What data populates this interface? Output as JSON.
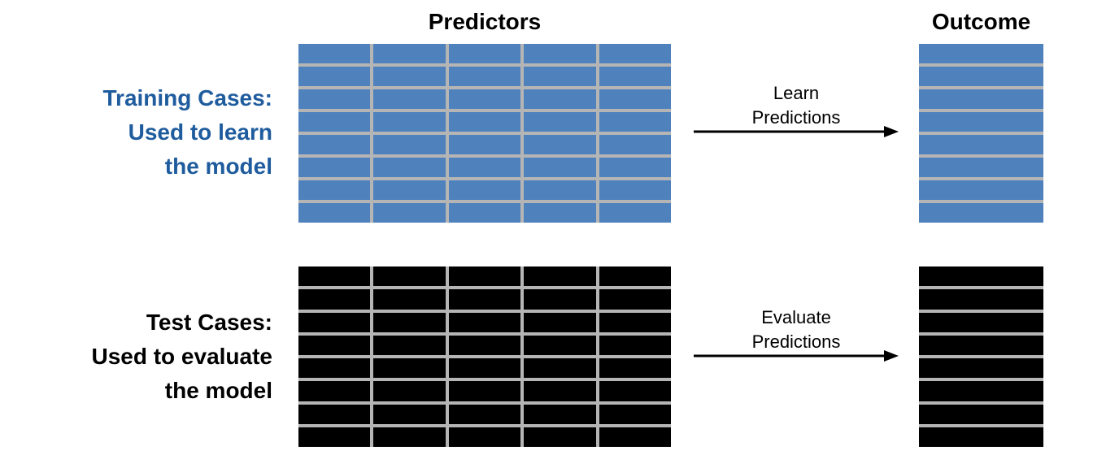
{
  "titles": {
    "predictors": "Predictors",
    "outcome": "Outcome"
  },
  "colors": {
    "training_fill": "#4F81BD",
    "training_text": "#1F5C9E",
    "test_fill": "#000000",
    "test_text": "#000000",
    "gridline": "#B5B5B5",
    "arrow": "#000000",
    "background": "#FFFFFF"
  },
  "training": {
    "label_lines": [
      "Training Cases:",
      "Used to learn",
      "the model"
    ],
    "arrow_label_lines": [
      "Learn",
      "Predictions"
    ],
    "predictors_grid": {
      "rows": 8,
      "cols": 5,
      "fill_color": "#4F81BD"
    },
    "outcome_grid": {
      "rows": 8,
      "cols": 1,
      "fill_color": "#4F81BD"
    }
  },
  "test": {
    "label_lines": [
      "Test Cases:",
      "Used to evaluate",
      "the model"
    ],
    "arrow_label_lines": [
      "Evaluate",
      "Predictions"
    ],
    "predictors_grid": {
      "rows": 8,
      "cols": 5,
      "fill_color": "#000000"
    },
    "outcome_grid": {
      "rows": 8,
      "cols": 1,
      "fill_color": "#000000"
    }
  }
}
